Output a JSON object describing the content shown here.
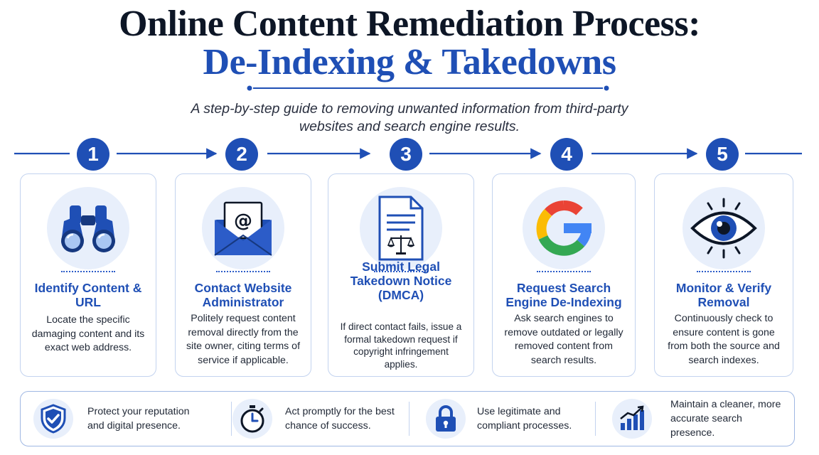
{
  "header": {
    "title_line1": "Online Content Remediation Process:",
    "title_line2": "De-Indexing & Takedowns",
    "subtitle": "A step-by-step guide to removing unwanted information from third-party websites and search engine results."
  },
  "steps": [
    {
      "number": "1",
      "icon": "binoculars-icon",
      "title": "Identify Content & URL",
      "description": "Locate the specific damaging content and its exact web address."
    },
    {
      "number": "2",
      "icon": "email-envelope-icon",
      "title": "Contact Website Administrator",
      "description": "Politely request content removal directly from the site owner, citing terms of service if applicable."
    },
    {
      "number": "3",
      "icon": "legal-document-icon",
      "title": "Submit Legal Takedown Notice (DMCA)",
      "description": "If direct contact fails, issue a formal takedown request if copyright infringement applies."
    },
    {
      "number": "4",
      "icon": "google-logo-icon",
      "title": "Request Search Engine De-Indexing",
      "description": "Ask search engines to remove outdated or legally removed content from search results."
    },
    {
      "number": "5",
      "icon": "eye-icon",
      "title": "Monitor & Verify Removal",
      "description": "Continuously check to ensure content is gone from both the source and search indexes."
    }
  ],
  "benefits": [
    {
      "icon": "shield-check-icon",
      "text": "Protect your reputation and digital presence."
    },
    {
      "icon": "stopwatch-icon",
      "text": "Act promptly for the best chance of success."
    },
    {
      "icon": "padlock-icon",
      "text": "Use legitimate and compliant processes."
    },
    {
      "icon": "bar-chart-growth-icon",
      "text": "Maintain a cleaner, more accurate search presence."
    }
  ],
  "colors": {
    "primary": "#1f4fb5",
    "dark": "#0d1626",
    "light_fill": "#e8effb",
    "border": "#c3d3ef"
  }
}
